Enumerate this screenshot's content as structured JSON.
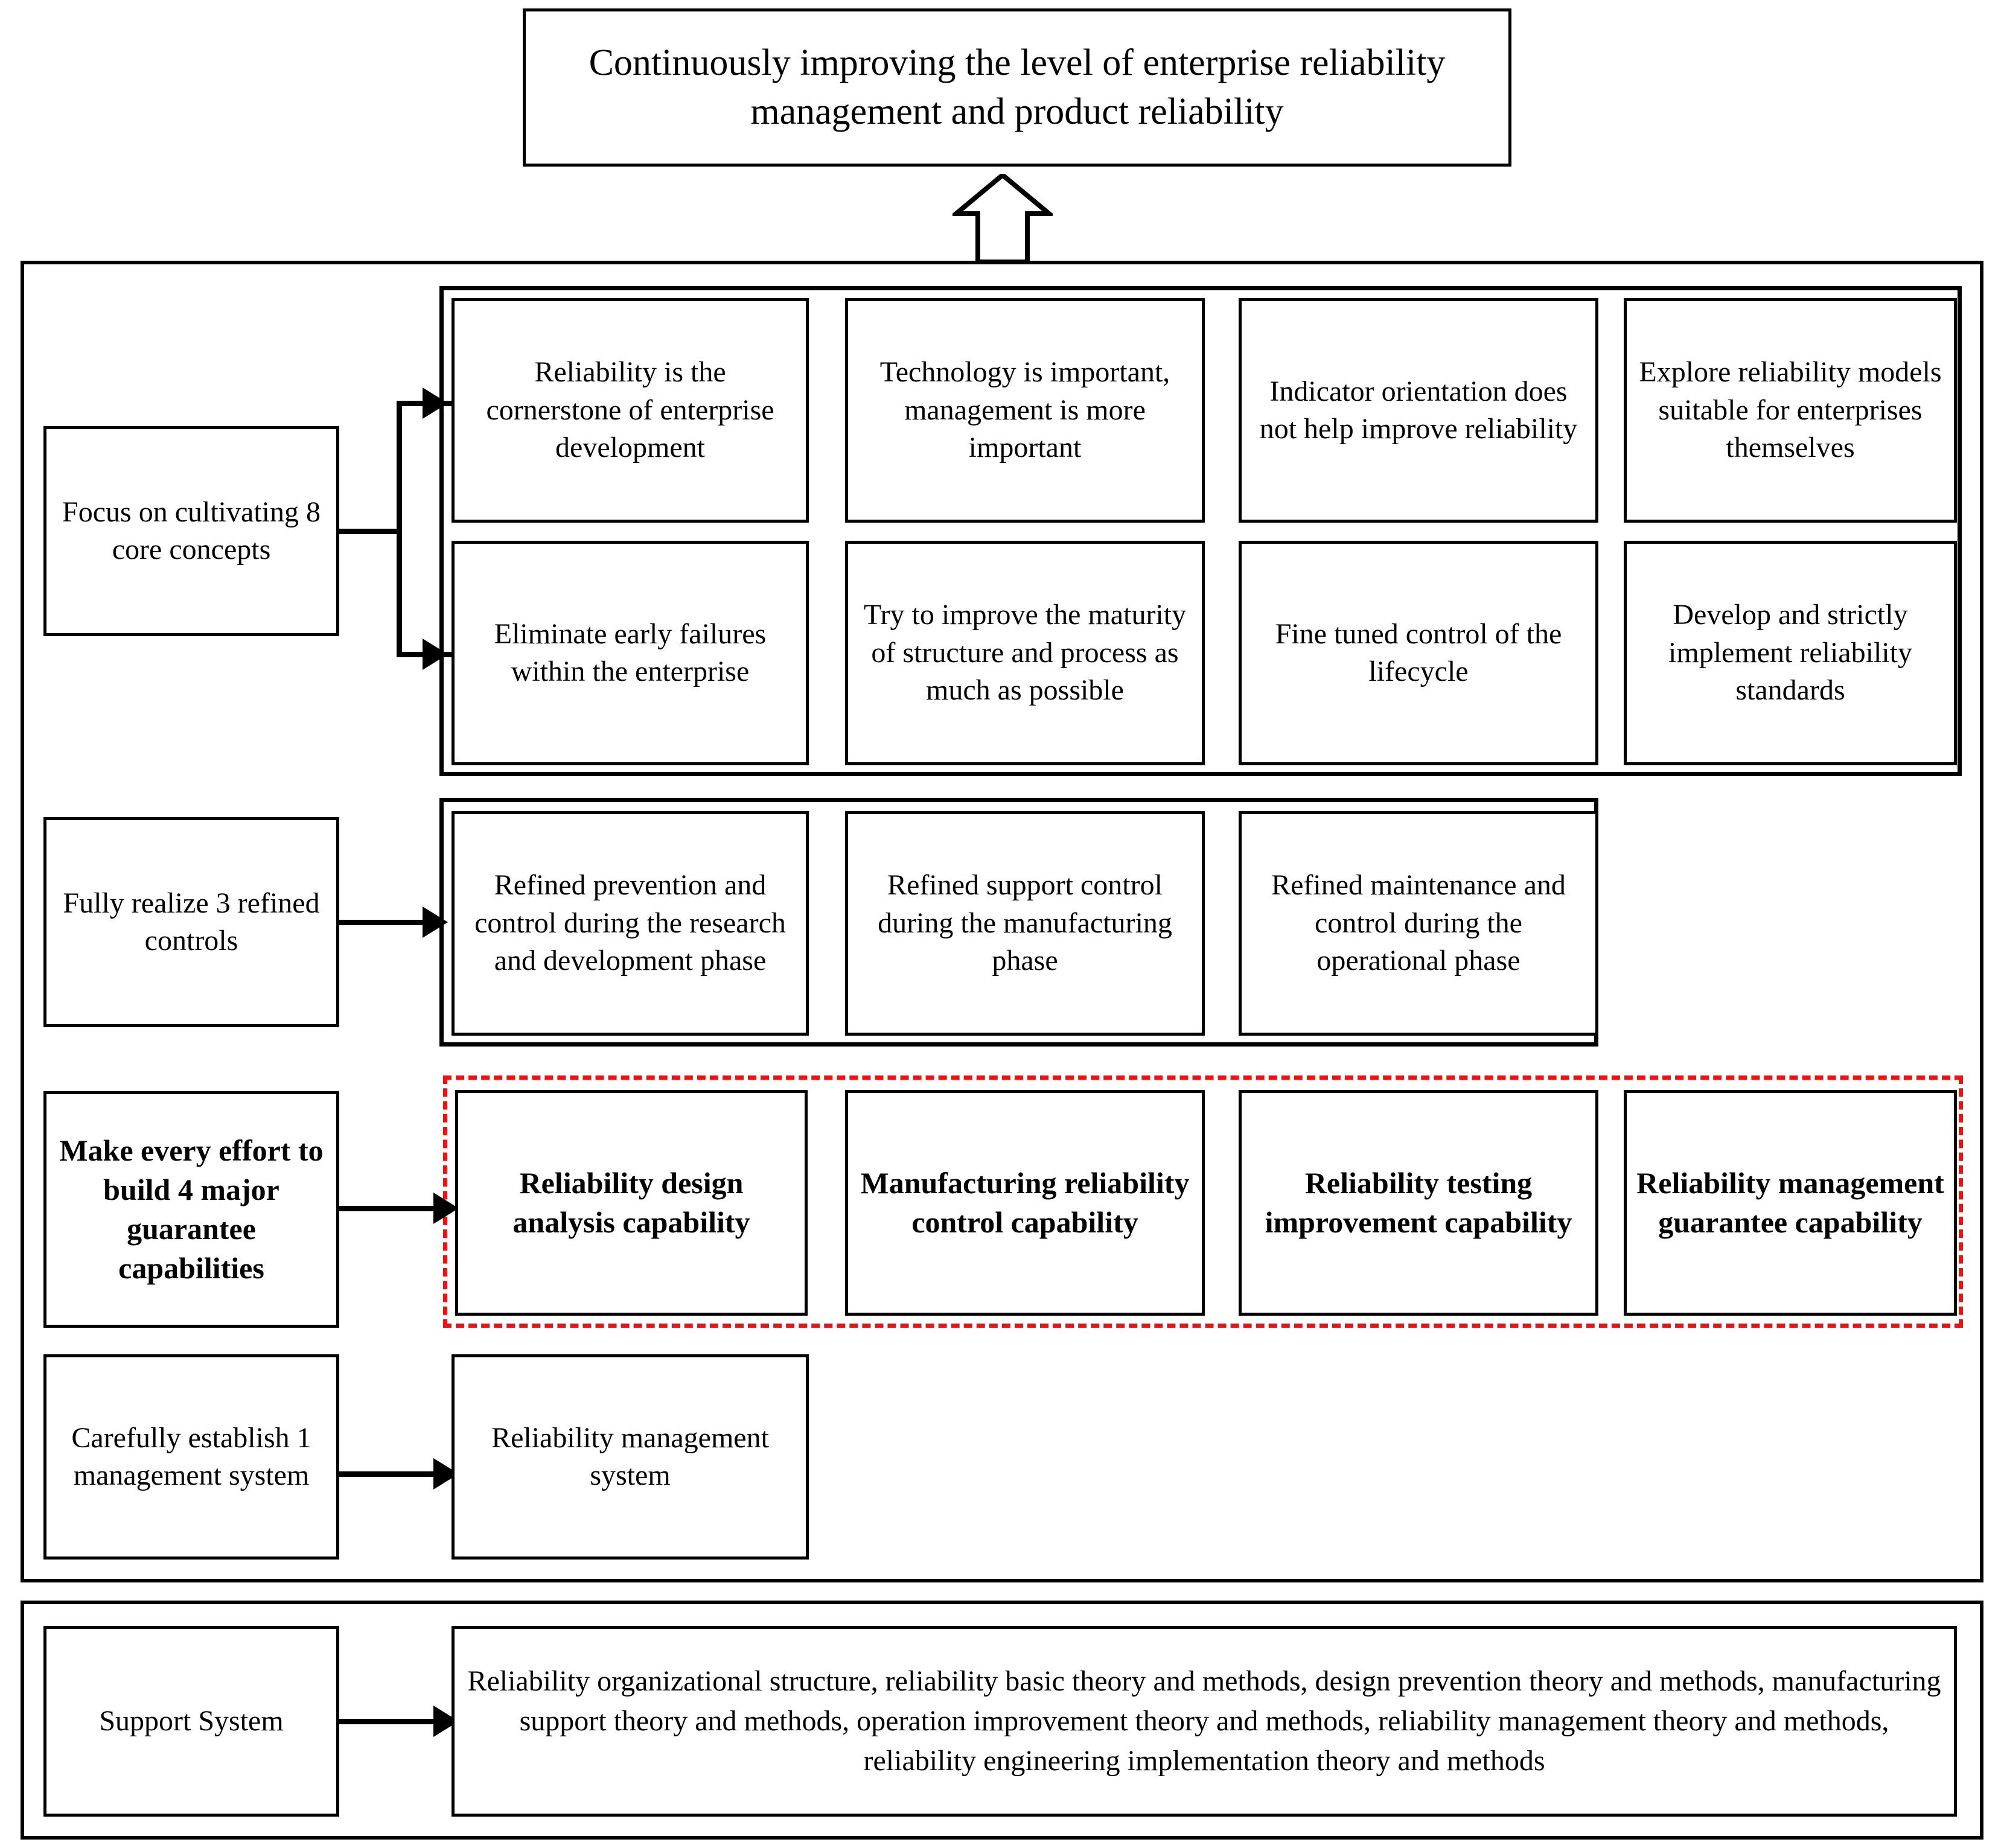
{
  "goal": {
    "text": "Continuously improving the level of enterprise reliability management and product reliability"
  },
  "colors": {
    "highlight_dashed_border": "#ee1111",
    "box_border": "#000000",
    "background": "#ffffff"
  },
  "rows": [
    {
      "label": "Focus on cultivating 8 core concepts",
      "count_hint": "8",
      "highlighted": false,
      "items": [
        "Reliability is the cornerstone of enterprise development",
        "Technology is important, management is more important",
        "Indicator orientation does not help improve reliability",
        "Explore reliability models suitable for enterprises themselves",
        "Eliminate early failures within the enterprise",
        "Try to improve the maturity of structure and process as much as possible",
        "Fine tuned control of the lifecycle",
        "Develop and strictly implement reliability standards"
      ]
    },
    {
      "label": "Fully realize 3 refined controls",
      "count_hint": "3",
      "highlighted": false,
      "items": [
        "Refined prevention and control during the research and development phase",
        "Refined support control during the manufacturing phase",
        "Refined maintenance and control during the operational phase"
      ]
    },
    {
      "label": "Make every effort to build 4 major guarantee capabilities",
      "count_hint": "4",
      "highlighted": true,
      "items": [
        "Reliability design analysis capability",
        "Manufacturing reliability control capability",
        "Reliability testing improvement capability",
        "Reliability management guarantee capability"
      ]
    },
    {
      "label": "Carefully establish 1 management system",
      "count_hint": "1",
      "highlighted": false,
      "items": [
        "Reliability management system"
      ]
    }
  ],
  "support": {
    "label": "Support System",
    "text": "Reliability organizational structure, reliability basic theory and methods, design prevention theory and methods, manufacturing support theory and methods, operation improvement theory and methods, reliability management theory and methods, reliability engineering implementation theory and methods"
  }
}
